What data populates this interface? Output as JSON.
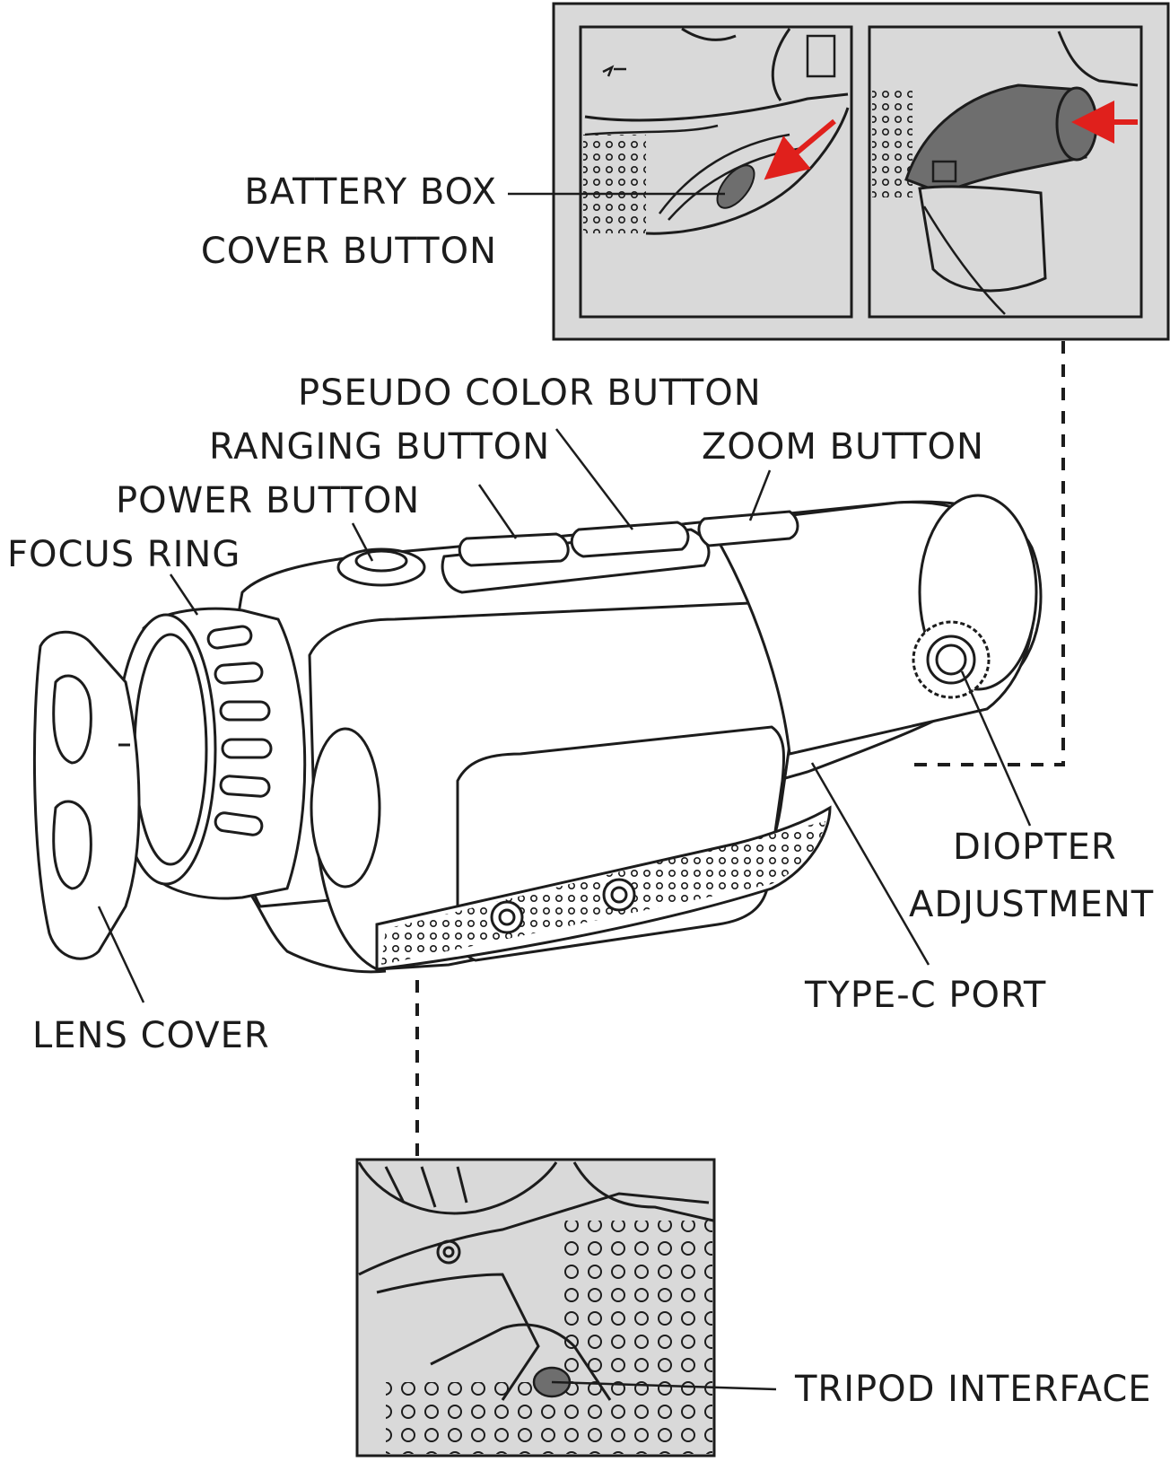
{
  "labels": {
    "battery_box_line1": "BATTERY BOX",
    "battery_box_line2": "COVER BUTTON",
    "pseudo_color": "PSEUDO COLOR BUTTON",
    "ranging": "RANGING BUTTON",
    "zoom": "ZOOM BUTTON",
    "power": "POWER BUTTON",
    "focus_ring": "FOCUS RING",
    "diopter_line1": "DIOPTER",
    "diopter_line2": "ADJUSTMENT",
    "type_c": "TYPE-C PORT",
    "lens_cover": "LENS COVER",
    "tripod": "TRIPOD INTERFACE"
  },
  "colors": {
    "ink": "#1c1c1c",
    "inset_fill": "#d9d9d9",
    "device_fill": "#ffffff",
    "arrow": "#e0201c",
    "dark_part": "#6e6e6e"
  }
}
